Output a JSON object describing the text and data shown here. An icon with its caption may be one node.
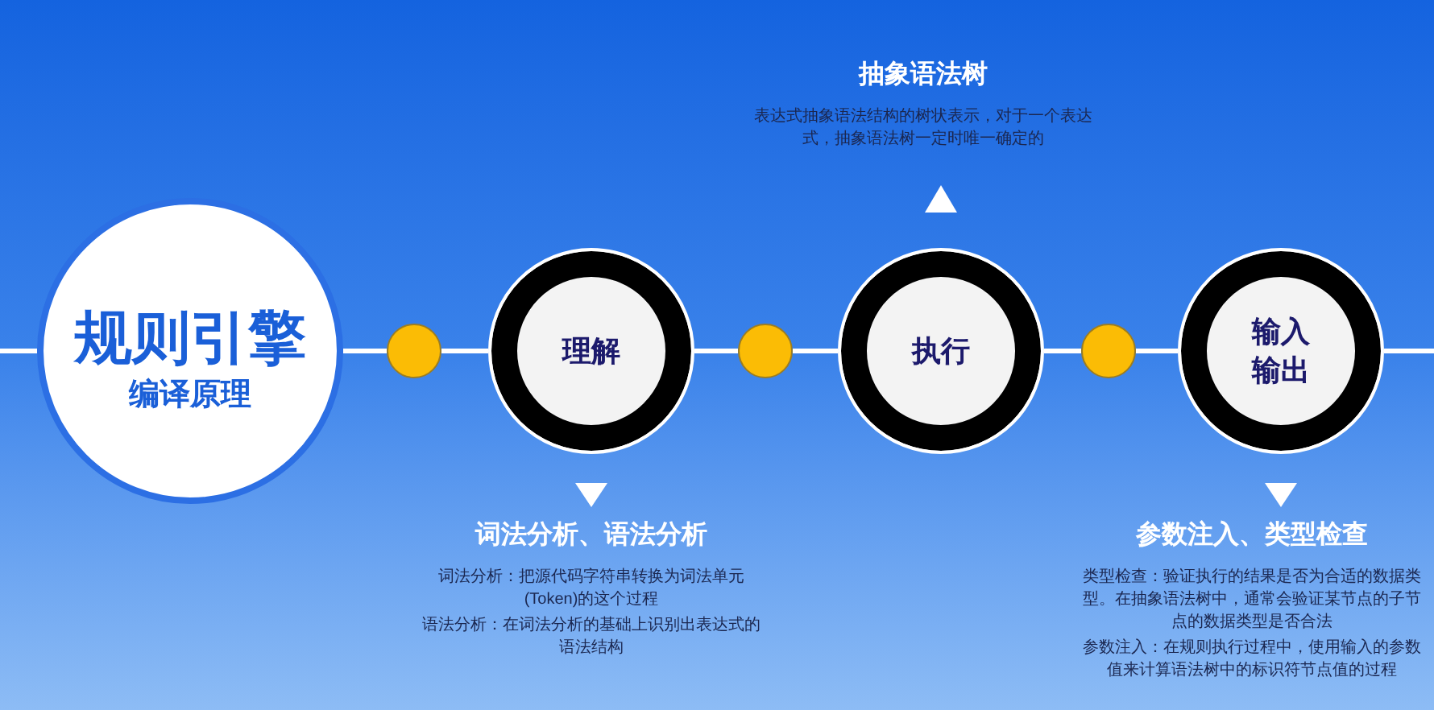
{
  "diagram": {
    "nodes": [
      {
        "text": [
          "抽象语法树",
          "表达式抽象语法结构的树状表示，对于一个表达式，抽象语法树一定时唯一确定的"
        ]
      },
      {
        "text": [
          "规则引擎",
          "编译原理"
        ]
      },
      {
        "text": [],
        "shape": "circle"
      },
      {
        "text": [
          "理解"
        ]
      },
      {
        "text": [],
        "shape": "circle"
      },
      {
        "text": [
          "执行"
        ]
      },
      {
        "text": [],
        "shape": "circle"
      },
      {
        "text": [
          "输入输出"
        ]
      },
      {
        "text": [
          "词法分析、语法分析",
          "词法分析：把源代码字符串转换为词法单元(Token)的这个过程",
          "语法分析：在词法分析的基础上识别出表达式的语法结构"
        ]
      },
      {
        "text": [
          "参数注入、类型检查",
          "类型检查：验证执行的结果是否为合适的数据类型。在抽象语法树中，通常会验证某节点的子节点的数据类型是否合法",
          "参数注入：在规则执行过程中，使用输入的参数值来计算语法树中的标识符节点值的过程"
        ]
      }
    ],
    "edges": [
      {
        "from": null,
        "to": 1,
        "arrow": "none"
      },
      {
        "from": 1,
        "to": 2,
        "arrow": "none"
      },
      {
        "from": 2,
        "to": 3,
        "arrow": "none"
      },
      {
        "from": 3,
        "to": 4,
        "arrow": "none"
      },
      {
        "from": 4,
        "to": 5,
        "arrow": "none"
      },
      {
        "from": 5,
        "to": 6,
        "arrow": "none"
      },
      {
        "from": 6,
        "to": 7,
        "arrow": "none"
      },
      {
        "from": 7,
        "to": null,
        "arrow": "none"
      },
      {
        "from": 3,
        "to": 8,
        "arrow": "to"
      },
      {
        "from": 5,
        "to": 0,
        "arrow": "to"
      },
      {
        "from": 7,
        "to": 9,
        "arrow": "to"
      }
    ]
  }
}
